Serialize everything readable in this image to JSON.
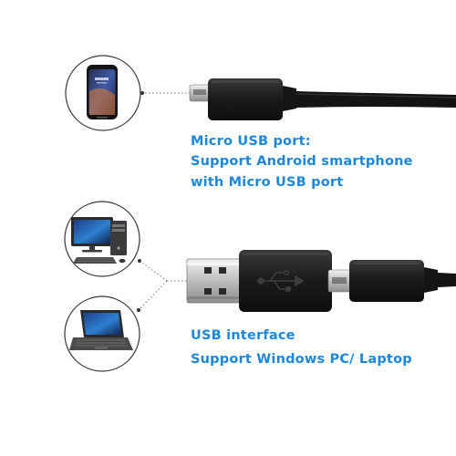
{
  "colors": {
    "caption": "#1e88d8",
    "cable": "#1b1b1b",
    "connector_metal": "#c9c9c9",
    "dotted_line": "#7a7a7a"
  },
  "icons": {
    "smartphone": "smartphone-icon",
    "desktop": "desktop-computer-icon",
    "laptop": "laptop-icon",
    "usb_symbol": "usb-symbol-icon"
  },
  "micro_usb": {
    "line1": "Micro USB port:",
    "line2": "Support Android smartphone",
    "line3": "with Micro USB port"
  },
  "usb": {
    "line1": "USB interface",
    "line2": "Support Windows PC/ Laptop"
  }
}
